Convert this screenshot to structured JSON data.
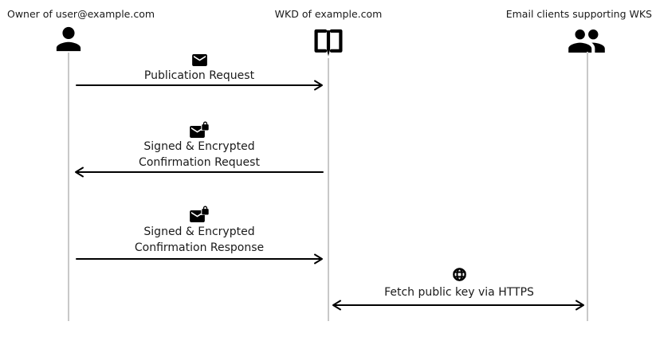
{
  "meta": {
    "background": "#ffffff",
    "text_color": "#1a1a1a",
    "arrow_color": "#000000",
    "lifeline_color": "#c8c8c8"
  },
  "actors": [
    {
      "id": "owner",
      "label": "Owner of user@example.com",
      "icon": "person-icon"
    },
    {
      "id": "wkd",
      "label": "WKD of example.com",
      "icon": "open-book-icon"
    },
    {
      "id": "clients",
      "label": "Email clients supporting WKS",
      "icon": "people-icon"
    }
  ],
  "messages": [
    {
      "icon": "envelope-icon",
      "lines": [
        "Publication Request"
      ],
      "from": "owner",
      "to": "wkd",
      "arrow": "right"
    },
    {
      "icon": "envelope-lock-icon",
      "lines": [
        "Signed & Encrypted",
        "Confirmation Request"
      ],
      "from": "wkd",
      "to": "owner",
      "arrow": "left"
    },
    {
      "icon": "envelope-lock-icon",
      "lines": [
        "Signed & Encrypted",
        "Confirmation Response"
      ],
      "from": "owner",
      "to": "wkd",
      "arrow": "right"
    },
    {
      "icon": "globe-icon",
      "lines": [
        "Fetch public key via HTTPS"
      ],
      "from": "wkd",
      "to": "clients",
      "arrow": "both"
    }
  ]
}
